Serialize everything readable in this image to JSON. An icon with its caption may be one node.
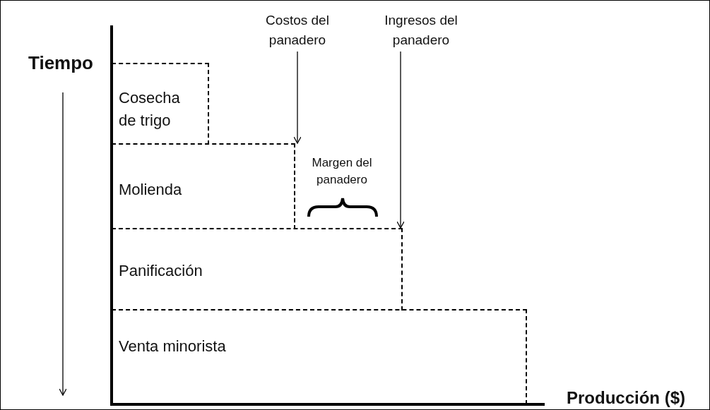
{
  "diagram": {
    "nodes": [
      {
        "text": [
          "Cosecha de trigo"
        ]
      },
      {
        "text": [
          "Molienda"
        ]
      },
      {
        "text": [
          "Panificación"
        ]
      },
      {
        "text": [
          "Venta minorista"
        ]
      },
      {
        "text": [
          "Costos del panadero"
        ]
      },
      {
        "text": [
          "Ingresos del panadero"
        ]
      }
    ],
    "edges": [
      {
        "from": 4,
        "to": 1,
        "arrow": "to"
      },
      {
        "from": 5,
        "to": 2,
        "arrow": "to"
      }
    ],
    "labels": [
      "Tiempo",
      "Margen del panadero",
      "Producción ($)"
    ]
  }
}
